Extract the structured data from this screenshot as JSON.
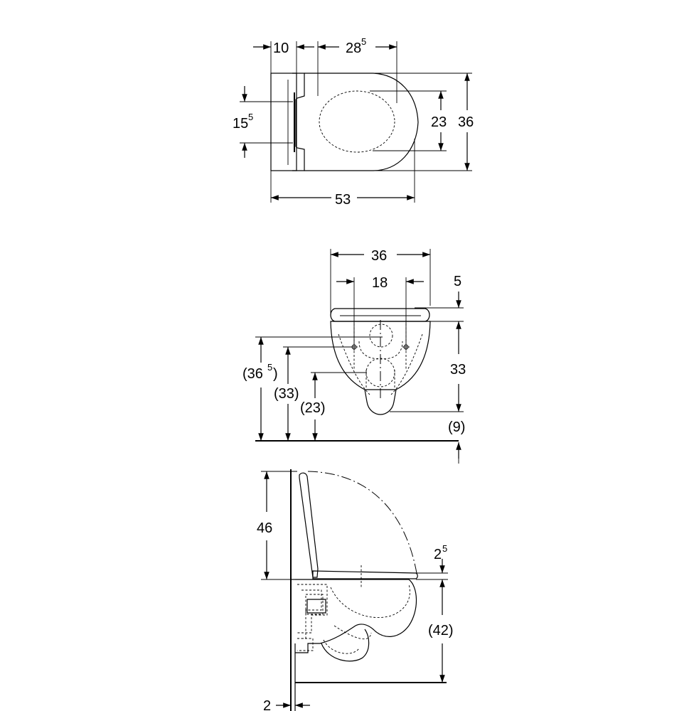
{
  "top_view": {
    "dim_10": "10",
    "dim_28": "28",
    "dim_28_sup": "5",
    "dim_15": "15",
    "dim_15_sup": "5",
    "dim_23": "23",
    "dim_36": "36",
    "dim_53": "53"
  },
  "front_view": {
    "dim_36": "36",
    "dim_18": "18",
    "dim_5": "5",
    "dim_36_5_open": "(36",
    "dim_36_5_sup": "5",
    "dim_36_5_close": ")",
    "dim_33_paren": "(33)",
    "dim_23_paren": "(23)",
    "dim_33": "33",
    "dim_9_paren": "(9)"
  },
  "side_view": {
    "dim_46": "46",
    "dim_2_5": "2",
    "dim_2_5_sup": "5",
    "dim_42_paren": "(42)",
    "dim_2": "2"
  }
}
